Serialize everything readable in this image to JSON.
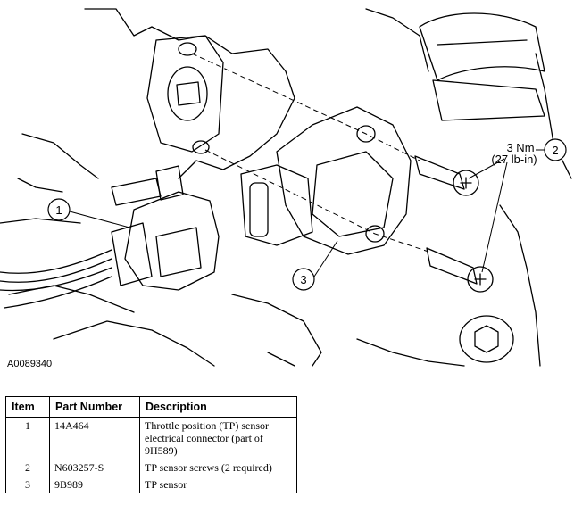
{
  "figure": {
    "id": "A0089340",
    "callouts": [
      {
        "number": "1"
      },
      {
        "number": "2"
      },
      {
        "number": "3"
      }
    ],
    "torque": {
      "metric": "3 Nm",
      "imperial": "(27 lb-in)"
    }
  },
  "table": {
    "headers": {
      "item": "Item",
      "part_number": "Part Number",
      "description": "Description"
    },
    "rows": [
      {
        "item": "1",
        "part_number": "14A464",
        "description": "Throttle position (TP) sensor electrical connector (part of 9H589)"
      },
      {
        "item": "2",
        "part_number": "N603257-S",
        "description": "TP sensor screws (2 required)"
      },
      {
        "item": "3",
        "part_number": "9B989",
        "description": "TP sensor"
      }
    ]
  }
}
